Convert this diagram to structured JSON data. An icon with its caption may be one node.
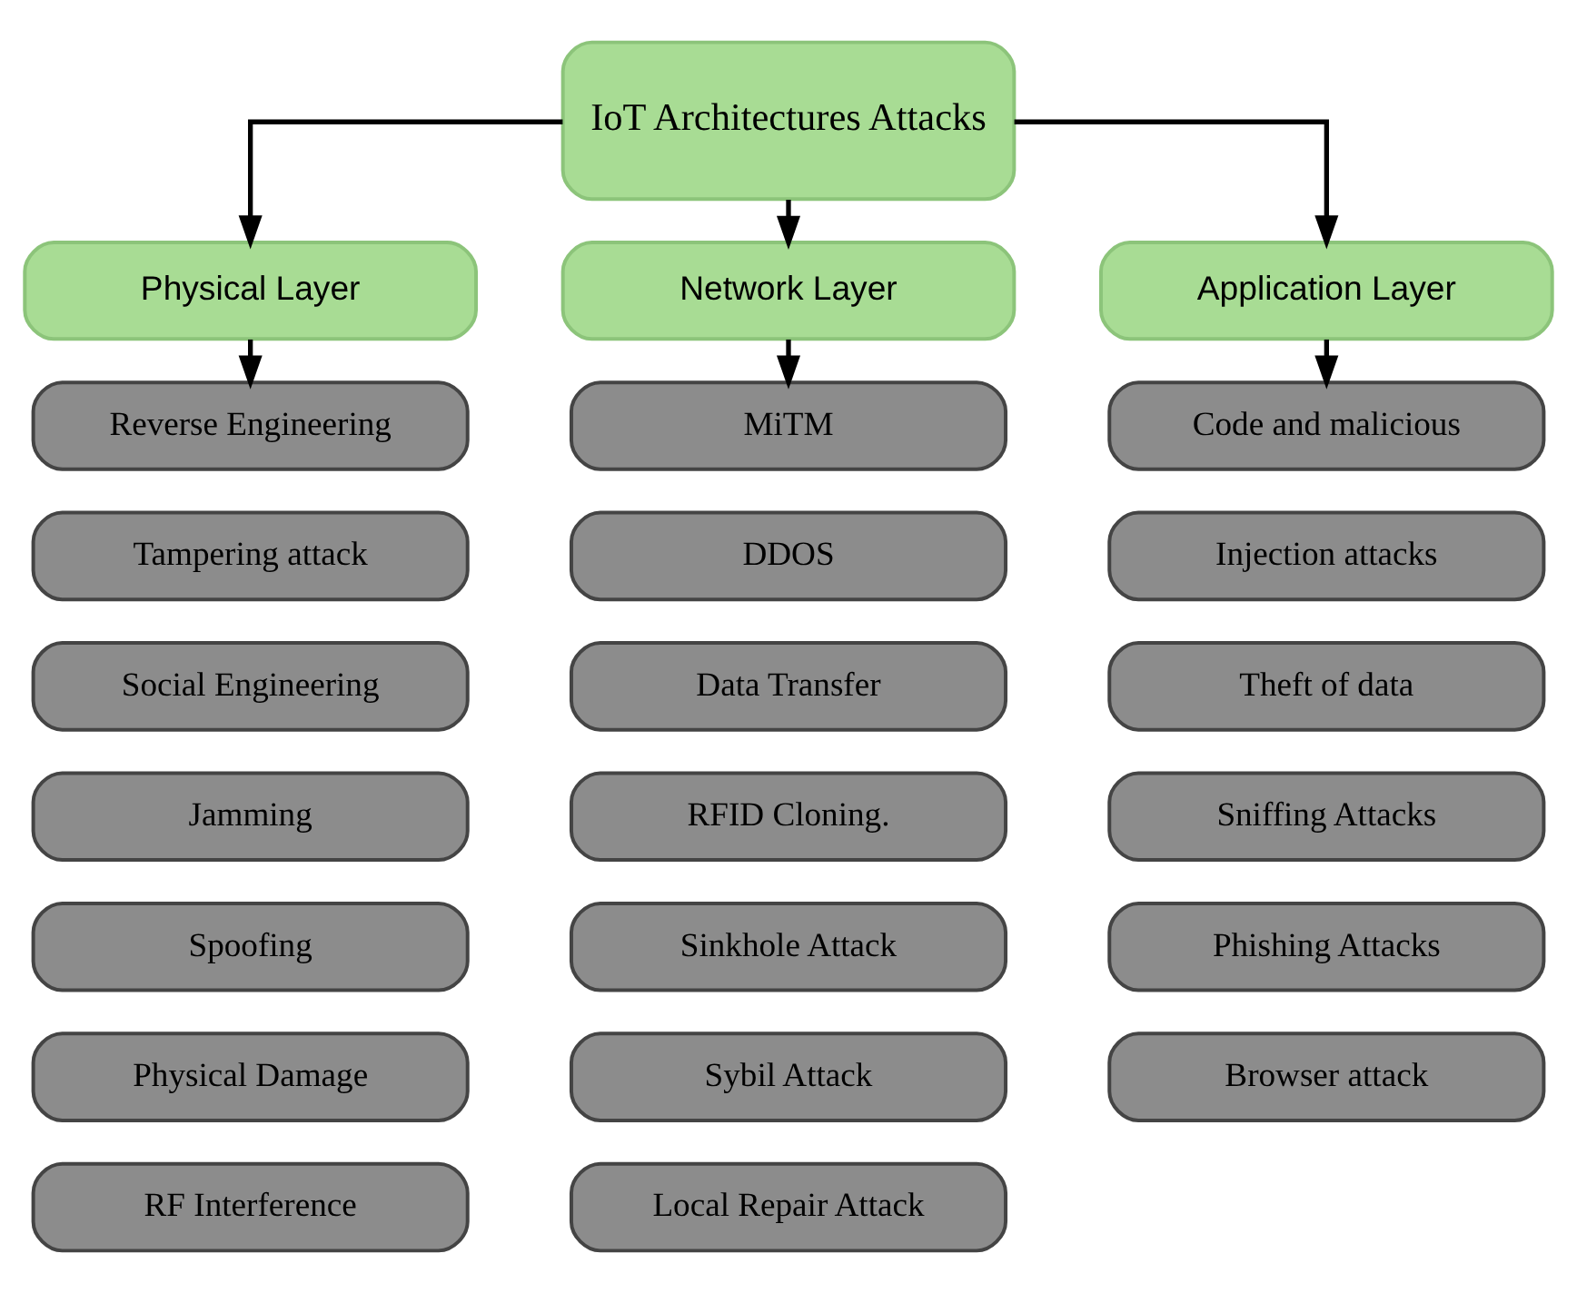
{
  "diagram": {
    "nodes": [
      {
        "text": [
          "IoT Architectures Attacks"
        ]
      },
      {
        "text": [
          "Physical Layer"
        ]
      },
      {
        "text": [
          "Network Layer"
        ]
      },
      {
        "text": [
          "Application Layer"
        ]
      },
      {
        "text": [
          "Reverse Engineering"
        ]
      },
      {
        "text": [
          "Tampering attack"
        ]
      },
      {
        "text": [
          "Social Engineering"
        ]
      },
      {
        "text": [
          "Jamming"
        ]
      },
      {
        "text": [
          "Spoofing"
        ]
      },
      {
        "text": [
          "Physical Damage"
        ]
      },
      {
        "text": [
          "RF Interference"
        ]
      },
      {
        "text": [
          "MiTM"
        ]
      },
      {
        "text": [
          "DDOS"
        ]
      },
      {
        "text": [
          "Data Transfer"
        ]
      },
      {
        "text": [
          "RFID Cloning."
        ]
      },
      {
        "text": [
          "Sinkhole Attack"
        ]
      },
      {
        "text": [
          "Sybil Attack"
        ]
      },
      {
        "text": [
          "Local Repair Attack"
        ]
      },
      {
        "text": [
          "Code and malicious"
        ]
      },
      {
        "text": [
          "Injection attacks"
        ]
      },
      {
        "text": [
          "Theft of data"
        ]
      },
      {
        "text": [
          "Sniffing Attacks"
        ]
      },
      {
        "text": [
          "Phishing Attacks"
        ]
      },
      {
        "text": [
          "Browser attack"
        ]
      }
    ],
    "edges": [
      {
        "from": 0,
        "to": 1,
        "arrow": "to"
      },
      {
        "from": 0,
        "to": 2,
        "arrow": "to"
      },
      {
        "from": 0,
        "to": 3,
        "arrow": "to"
      },
      {
        "from": 1,
        "to": 4,
        "arrow": "to"
      },
      {
        "from": 2,
        "to": 11,
        "arrow": "to"
      },
      {
        "from": 3,
        "to": 18,
        "arrow": "to"
      }
    ]
  }
}
